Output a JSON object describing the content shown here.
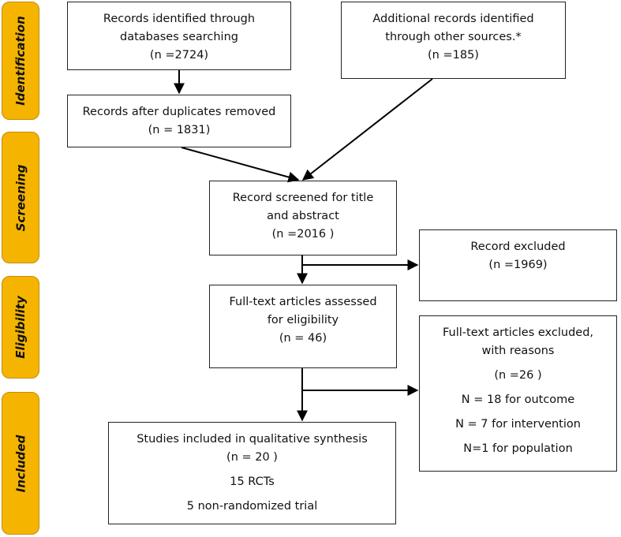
{
  "phases": {
    "identification": "Identification",
    "screening": "Screening",
    "eligibility": "Eligibility",
    "included": "Included"
  },
  "boxes": {
    "db_search": {
      "line1": "Records identified through",
      "line2": "databases searching",
      "count": "(n =2724)"
    },
    "other_sources": {
      "line1": "Additional records identified",
      "line2": "through other sources.*",
      "count": "(n =185)"
    },
    "duplicates_removed": {
      "line1": "Records after duplicates removed",
      "count": "(n = 1831)"
    },
    "screened": {
      "line1": "Record screened for title",
      "line2": "and abstract",
      "count": "(n =2016 )"
    },
    "excluded": {
      "line1": "Record excluded",
      "count": "(n =1969)"
    },
    "fulltext_assessed": {
      "line1": "Full-text articles assessed",
      "line2": "for eligibility",
      "count": "(n = 46)"
    },
    "fulltext_excluded": {
      "line1": "Full-text articles excluded,",
      "line2": "with reasons",
      "count": "(n =26 )",
      "reason1": "N = 18  for outcome",
      "reason2": "N =  7 for intervention",
      "reason3": "N=1 for population"
    },
    "included": {
      "line1": "Studies included in qualitative synthesis",
      "count": "(n = 20 )",
      "detail1": "15 RCTs",
      "detail2": "5 non-randomized trial"
    }
  },
  "colors": {
    "phase_fill": "#f5b400",
    "phase_border": "#c88a00",
    "box_border": "#222222",
    "arrow": "#000000"
  }
}
